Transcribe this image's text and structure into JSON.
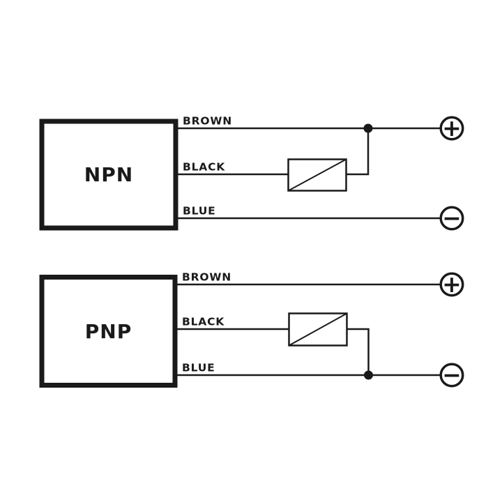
{
  "figure": {
    "type": "sensor-output-wiring-diagram",
    "background_color": "#ffffff",
    "ink_color": "#1a1a1a"
  },
  "npn": {
    "box_label": "NPN",
    "wires": [
      {
        "color": "brown",
        "label": "BROWN",
        "connects_to": "positive-terminal"
      },
      {
        "color": "black",
        "label": "BLACK",
        "connects_to": "load"
      },
      {
        "color": "blue",
        "label": "BLUE",
        "connects_to": "negative-terminal"
      }
    ],
    "load_bridges": [
      "black",
      "brown"
    ],
    "junction_on": "brown",
    "plus_symbol": "+",
    "minus_symbol": "−"
  },
  "pnp": {
    "box_label": "PNP",
    "wires": [
      {
        "color": "brown",
        "label": "BROWN",
        "connects_to": "positive-terminal"
      },
      {
        "color": "black",
        "label": "BLACK",
        "connects_to": "load"
      },
      {
        "color": "blue",
        "label": "BLUE",
        "connects_to": "negative-terminal"
      }
    ],
    "load_bridges": [
      "black",
      "blue"
    ],
    "junction_on": "blue",
    "plus_symbol": "+",
    "minus_symbol": "−"
  }
}
